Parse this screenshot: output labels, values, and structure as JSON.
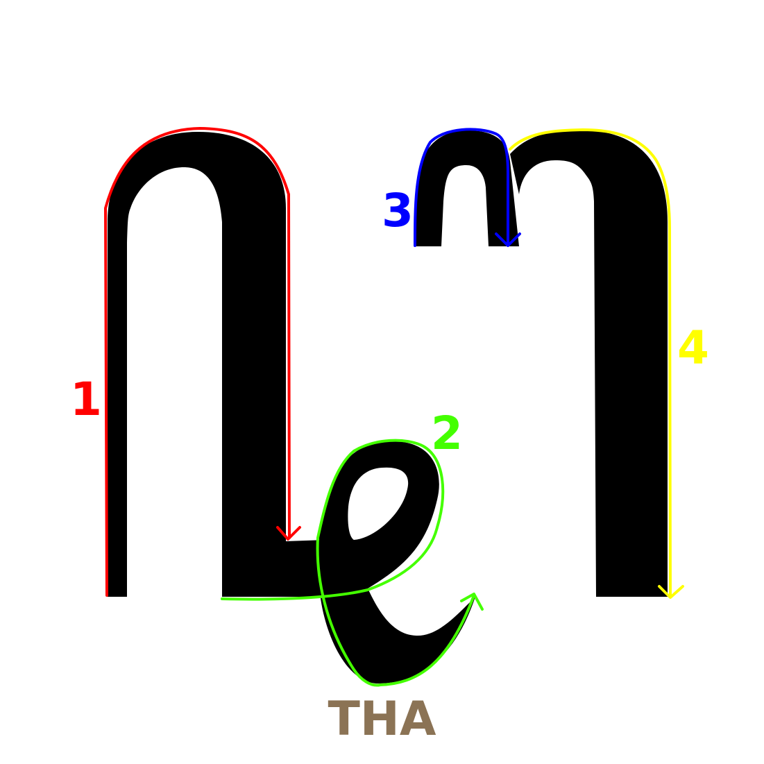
{
  "caption": "THA",
  "caption_color": "#8b7355",
  "glyph_color": "#000000",
  "strokes": [
    {
      "number": "1",
      "color": "#ff0000"
    },
    {
      "number": "2",
      "color": "#44ff00"
    },
    {
      "number": "3",
      "color": "#0000ff"
    },
    {
      "number": "4",
      "color": "#ffff00"
    }
  ]
}
